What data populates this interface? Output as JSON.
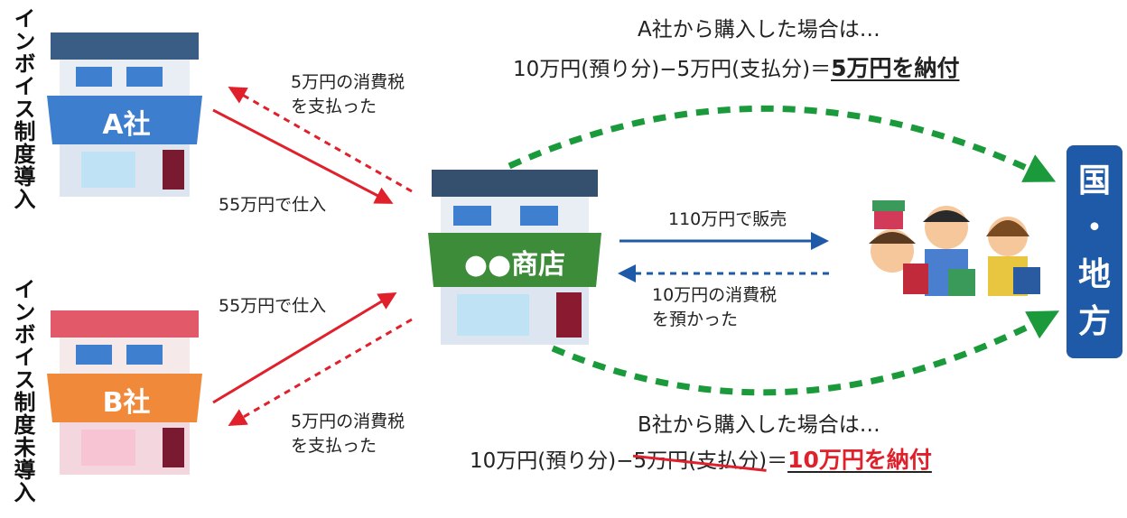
{
  "left_labels": {
    "top": "インボイス制度導入",
    "bottom": "インボイス制度未導入"
  },
  "shops": {
    "a": "A社",
    "b": "B社",
    "center": "●●商店"
  },
  "transactions": {
    "a_tax_paid_line1": "5万円の消費税",
    "a_tax_paid_line2": "を支払った",
    "a_purchase": "55万円で仕入",
    "b_purchase": "55万円で仕入",
    "b_tax_paid_line1": "5万円の消費税",
    "b_tax_paid_line2": "を支払った",
    "sale": "110万円で販売",
    "tax_received_line1": "10万円の消費税",
    "tax_received_line2": "を預かった"
  },
  "case_a": {
    "heading": "A社から購入した場合は…",
    "formula_prefix": "10万円(預り分)−5万円(支払分)＝",
    "result": "5万円を納付"
  },
  "case_b": {
    "heading": "B社から購入した場合は…",
    "formula_prefix": "10万円(預り分)−",
    "struck": "5万円(支払分)",
    "equals": "＝",
    "result": "10万円を納付"
  },
  "government": {
    "line1": "国",
    "line2": "・",
    "line3": "地",
    "line4": "方"
  },
  "colors": {
    "red": "#e0202a",
    "blue": "#1e5aa8",
    "green": "#1a9a3a"
  }
}
